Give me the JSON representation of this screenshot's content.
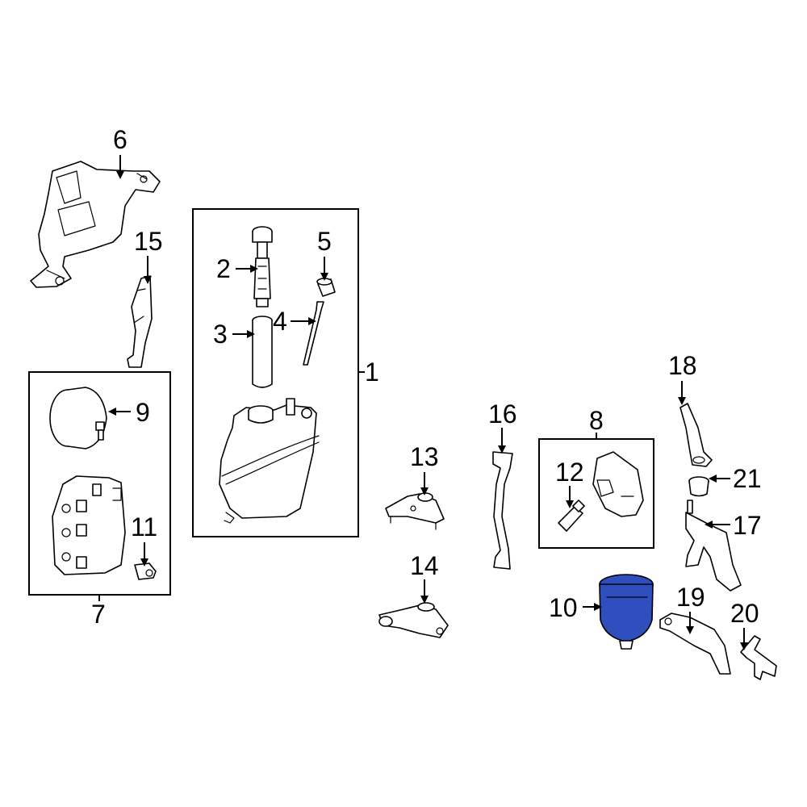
{
  "callouts": {
    "c1": "1",
    "c2": "2",
    "c3": "3",
    "c4": "4",
    "c5": "5",
    "c6": "6",
    "c7": "7",
    "c8": "8",
    "c9": "9",
    "c10": "10",
    "c11": "11",
    "c12": "12",
    "c13": "13",
    "c14": "14",
    "c15": "15",
    "c16": "16",
    "c17": "17",
    "c18": "18",
    "c19": "19",
    "c20": "20",
    "c21": "21"
  },
  "highlight": {
    "part": "10",
    "color": "#2f4fbf"
  }
}
